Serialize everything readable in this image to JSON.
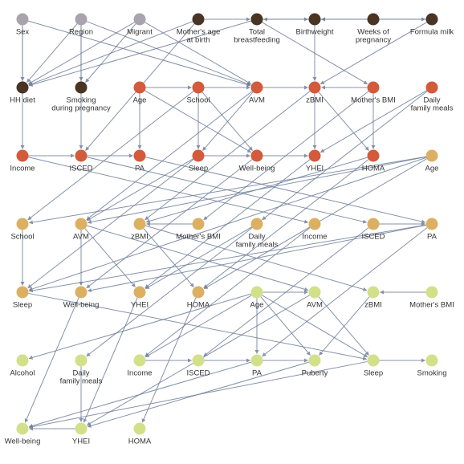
{
  "colors": {
    "tier0": "#a9a3ae",
    "tier1": "#4a3424",
    "tier2": "#d35a3a",
    "tier3": "#dcb062",
    "tier4": "#d3e08a",
    "edge": "#6f7f9a"
  },
  "nodes": [
    {
      "id": "sex",
      "label": "Sex",
      "tier": 0
    },
    {
      "id": "region",
      "label": "Region",
      "tier": 0
    },
    {
      "id": "migrant",
      "label": "Migrant",
      "tier": 0
    },
    {
      "id": "mothers_age",
      "label": "Mother's age\nat birth",
      "tier": 1
    },
    {
      "id": "total_bf",
      "label": "Total\nbreastfeeding",
      "tier": 1
    },
    {
      "id": "birthweight",
      "label": "Birthweight",
      "tier": 1
    },
    {
      "id": "weeks_preg",
      "label": "Weeks of\npregnancy",
      "tier": 1
    },
    {
      "id": "formula_milk",
      "label": "Formula milk",
      "tier": 1
    },
    {
      "id": "hh_diet",
      "label": "HH diet",
      "tier": 1
    },
    {
      "id": "smoking_preg",
      "label": "Smoking\nduring pregnancy",
      "tier": 1
    },
    {
      "id": "age_t2",
      "label": "Age",
      "tier": 2
    },
    {
      "id": "school_t2",
      "label": "School",
      "tier": 2
    },
    {
      "id": "avm_t2",
      "label": "AVM",
      "tier": 2
    },
    {
      "id": "zbmi_t2",
      "label": "zBMI",
      "tier": 2
    },
    {
      "id": "mothers_bmi_t2",
      "label": "Mother's BMI",
      "tier": 2
    },
    {
      "id": "daily_meals_t2",
      "label": "Daily\nfamily meals",
      "tier": 2
    },
    {
      "id": "income_t2",
      "label": "Income",
      "tier": 2
    },
    {
      "id": "isced_t2",
      "label": "ISCED",
      "tier": 2
    },
    {
      "id": "pa_t2",
      "label": "PA",
      "tier": 2
    },
    {
      "id": "sleep_t2",
      "label": "Sleep",
      "tier": 2
    },
    {
      "id": "wellbeing_t2",
      "label": "Well-being",
      "tier": 2
    },
    {
      "id": "yhei_t2",
      "label": "YHEI",
      "tier": 2
    },
    {
      "id": "homa_t2",
      "label": "HOMA",
      "tier": 2
    },
    {
      "id": "age_t3",
      "label": "Age",
      "tier": 3
    },
    {
      "id": "school_t3",
      "label": "School",
      "tier": 3
    },
    {
      "id": "avm_t3",
      "label": "AVM",
      "tier": 3
    },
    {
      "id": "zbmi_t3",
      "label": "zBMI",
      "tier": 3
    },
    {
      "id": "mothers_bmi_t3",
      "label": "Mother's BMI",
      "tier": 3
    },
    {
      "id": "daily_meals_t3",
      "label": "Daily\nfamily meals",
      "tier": 3
    },
    {
      "id": "income_t3",
      "label": "Income",
      "tier": 3
    },
    {
      "id": "isced_t3",
      "label": "ISCED",
      "tier": 3
    },
    {
      "id": "pa_t3",
      "label": "PA",
      "tier": 3
    },
    {
      "id": "sleep_t3",
      "label": "Sleep",
      "tier": 3
    },
    {
      "id": "wellbeing_t3",
      "label": "Well-being",
      "tier": 3
    },
    {
      "id": "yhei_t3",
      "label": "YHEI",
      "tier": 3
    },
    {
      "id": "homa_t3",
      "label": "HOMA",
      "tier": 3
    },
    {
      "id": "age_t4",
      "label": "Age",
      "tier": 4
    },
    {
      "id": "avm_t4",
      "label": "AVM",
      "tier": 4
    },
    {
      "id": "zbmi_t4",
      "label": "zBMI",
      "tier": 4
    },
    {
      "id": "mothers_bmi_t4",
      "label": "Mother's BMI",
      "tier": 4
    },
    {
      "id": "alcohol_t4",
      "label": "Alcohol",
      "tier": 4
    },
    {
      "id": "daily_meals_t4",
      "label": "Daily\nfamily meals",
      "tier": 4
    },
    {
      "id": "income_t4",
      "label": "Income",
      "tier": 4
    },
    {
      "id": "isced_t4",
      "label": "ISCED",
      "tier": 4
    },
    {
      "id": "pa_t4",
      "label": "PA",
      "tier": 4
    },
    {
      "id": "puberty_t4",
      "label": "Puberty",
      "tier": 4
    },
    {
      "id": "sleep_t4",
      "label": "Sleep",
      "tier": 4
    },
    {
      "id": "smoking_t4",
      "label": "Smoking",
      "tier": 4
    },
    {
      "id": "wellbeing_t4",
      "label": "Well-being",
      "tier": 4
    },
    {
      "id": "yhei_t4",
      "label": "YHEI",
      "tier": 4
    },
    {
      "id": "homa_t4",
      "label": "HOMA",
      "tier": 4
    }
  ],
  "edges": [
    [
      "total_bf",
      "birthweight"
    ],
    [
      "birthweight",
      "total_bf"
    ],
    [
      "birthweight",
      "formula_milk"
    ],
    [
      "formula_milk",
      "birthweight"
    ],
    [
      "weeks_preg",
      "birthweight"
    ],
    [
      "mothers_age",
      "total_bf"
    ],
    [
      "sex",
      "hh_diet"
    ],
    [
      "region",
      "hh_diet"
    ],
    [
      "migrant",
      "hh_diet"
    ],
    [
      "mothers_age",
      "hh_diet"
    ],
    [
      "total_bf",
      "hh_diet"
    ],
    [
      "region",
      "smoking_preg"
    ],
    [
      "migrant",
      "smoking_preg"
    ],
    [
      "birthweight",
      "zbmi_t2"
    ],
    [
      "formula_milk",
      "zbmi_t2"
    ],
    [
      "total_bf",
      "mothers_bmi_t2"
    ],
    [
      "region",
      "avm_t2"
    ],
    [
      "migrant",
      "avm_t2"
    ],
    [
      "sex",
      "avm_t2"
    ],
    [
      "mothers_age",
      "isced_t2"
    ],
    [
      "age_t2",
      "school_t2"
    ],
    [
      "school_t2",
      "avm_t2"
    ],
    [
      "avm_t2",
      "zbmi_t2"
    ],
    [
      "mothers_bmi_t2",
      "zbmi_t2"
    ],
    [
      "sex",
      "income_t2"
    ],
    [
      "region",
      "isced_t2"
    ],
    [
      "isced_t2",
      "pa_t2"
    ],
    [
      "income_t2",
      "isced_t2"
    ],
    [
      "age_t2",
      "pa_t2"
    ],
    [
      "school_t2",
      "sleep_t2"
    ],
    [
      "school_t2",
      "wellbeing_t2"
    ],
    [
      "avm_t2",
      "sleep_t2"
    ],
    [
      "zbmi_t2",
      "yhei_t2"
    ],
    [
      "mothers_bmi_t2",
      "homa_t2"
    ],
    [
      "age_t2",
      "wellbeing_t2"
    ],
    [
      "sleep_t2",
      "wellbeing_t2"
    ],
    [
      "wellbeing_t2",
      "yhei_t2"
    ],
    [
      "zbmi_t2",
      "homa_t2"
    ],
    [
      "daily_meals_t2",
      "yhei_t2"
    ],
    [
      "school_t2",
      "school_t3"
    ],
    [
      "age_t3",
      "avm_t3"
    ],
    [
      "age_t3",
      "school_t3"
    ],
    [
      "avm_t2",
      "avm_t3"
    ],
    [
      "zbmi_t2",
      "zbmi_t3"
    ],
    [
      "mothers_bmi_t2",
      "mothers_bmi_t3"
    ],
    [
      "sleep_t2",
      "avm_t3"
    ],
    [
      "homa_t2",
      "zbmi_t3"
    ],
    [
      "pa_t2",
      "pa_t3"
    ],
    [
      "income_t2",
      "income_t3"
    ],
    [
      "isced_t2",
      "isced_t3"
    ],
    [
      "yhei_t2",
      "yhei_t3"
    ],
    [
      "wellbeing_t2",
      "wellbeing_t3"
    ],
    [
      "daily_meals_t2",
      "daily_meals_t3"
    ],
    [
      "sleep_t2",
      "sleep_t3"
    ],
    [
      "homa_t2",
      "homa_t3"
    ],
    [
      "avm_t3",
      "yhei_t3"
    ],
    [
      "avm_t3",
      "wellbeing_t3"
    ],
    [
      "zbmi_t3",
      "homa_t3"
    ],
    [
      "mothers_bmi_t3",
      "zbmi_t3"
    ],
    [
      "pa_t3",
      "sleep_t3"
    ],
    [
      "pa_t3",
      "wellbeing_t3"
    ],
    [
      "age_t3",
      "sleep_t3"
    ],
    [
      "daily_meals_t3",
      "yhei_t3"
    ],
    [
      "school_t3",
      "sleep_t3"
    ],
    [
      "age_t3",
      "homa_t3"
    ],
    [
      "isced_t3",
      "pa_t3"
    ],
    [
      "avm_t3",
      "avm_t4"
    ],
    [
      "zbmi_t3",
      "zbmi_t4"
    ],
    [
      "mothers_bmi_t4",
      "zbmi_t4"
    ],
    [
      "age_t4",
      "avm_t4"
    ],
    [
      "age_t4",
      "sleep_t4"
    ],
    [
      "age_t4",
      "puberty_t4"
    ],
    [
      "age_t4",
      "pa_t4"
    ],
    [
      "age_t4",
      "income_t4"
    ],
    [
      "avm_t4",
      "sleep_t4"
    ],
    [
      "zbmi_t4",
      "puberty_t4"
    ],
    [
      "sleep_t3",
      "sleep_t4"
    ],
    [
      "pa_t3",
      "pa_t4"
    ],
    [
      "wellbeing_t3",
      "wellbeing_t4"
    ],
    [
      "yhei_t3",
      "yhei_t4"
    ],
    [
      "homa_t3",
      "homa_t4"
    ],
    [
      "income_t4",
      "isced_t4"
    ],
    [
      "isced_t4",
      "pa_t4"
    ],
    [
      "pa_t4",
      "puberty_t4"
    ],
    [
      "sleep_t4",
      "smoking_t4"
    ],
    [
      "daily_meals_t4",
      "yhei_t4"
    ],
    [
      "sleep_t4",
      "wellbeing_t4"
    ],
    [
      "pa_t4",
      "wellbeing_t4"
    ],
    [
      "yhei_t4",
      "wellbeing_t4"
    ],
    [
      "puberty_t4",
      "yhei_t4"
    ],
    [
      "avm_t4",
      "yhei_t4"
    ],
    [
      "age_t4",
      "alcohol_t4"
    ],
    [
      "daily_meals_t3",
      "daily_meals_t4"
    ],
    [
      "income_t3",
      "income_t4"
    ],
    [
      "isced_t3",
      "isced_t4"
    ]
  ]
}
